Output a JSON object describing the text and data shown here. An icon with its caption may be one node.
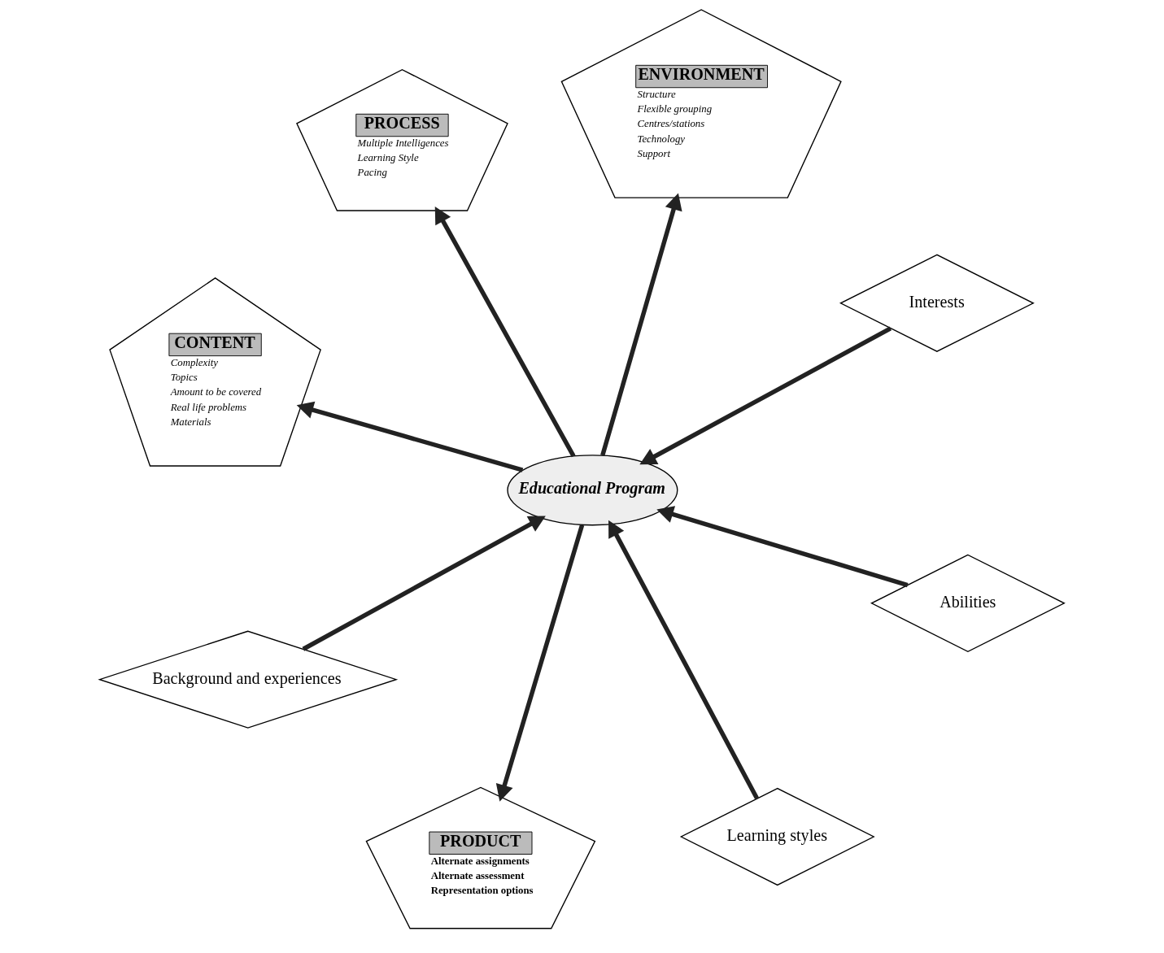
{
  "diagram": {
    "nodes": [
      {
        "text": [
          "CONTENT",
          "Complexity",
          "Topics",
          "Amount to be covered",
          "Real life problems",
          "Materials"
        ]
      },
      {
        "text": [
          "Interests"
        ]
      },
      {
        "text": [
          "Learning styles"
        ]
      },
      {
        "text": [
          "ENVIRONMENT",
          "Structure",
          "Flexible grouping",
          "Centres/stations",
          "Technology",
          "Support"
        ]
      },
      {
        "text": [
          "Educational Program"
        ]
      },
      {
        "text": [
          "PROCESS",
          "Multiple Intelligences",
          "Learning Style",
          "Pacing"
        ]
      },
      {
        "text": [
          "Background and experiences"
        ]
      },
      {
        "text": [
          "Abilities"
        ]
      },
      {
        "text": [
          "PRODUCT",
          "Alternate assignments",
          "Alternate assessment",
          "Representation options"
        ]
      }
    ],
    "edges": [
      {
        "from": 4,
        "to": 0,
        "arrow": "to"
      },
      {
        "from": 1,
        "to": 4,
        "arrow": "to"
      },
      {
        "from": 2,
        "to": 4,
        "arrow": "to"
      },
      {
        "from": 4,
        "to": 3,
        "arrow": "to"
      },
      {
        "from": 4,
        "to": 5,
        "arrow": "to"
      },
      {
        "from": 6,
        "to": 4,
        "arrow": "to"
      },
      {
        "from": 7,
        "to": 4,
        "arrow": "to"
      },
      {
        "from": 4,
        "to": 8,
        "arrow": "to"
      }
    ]
  }
}
